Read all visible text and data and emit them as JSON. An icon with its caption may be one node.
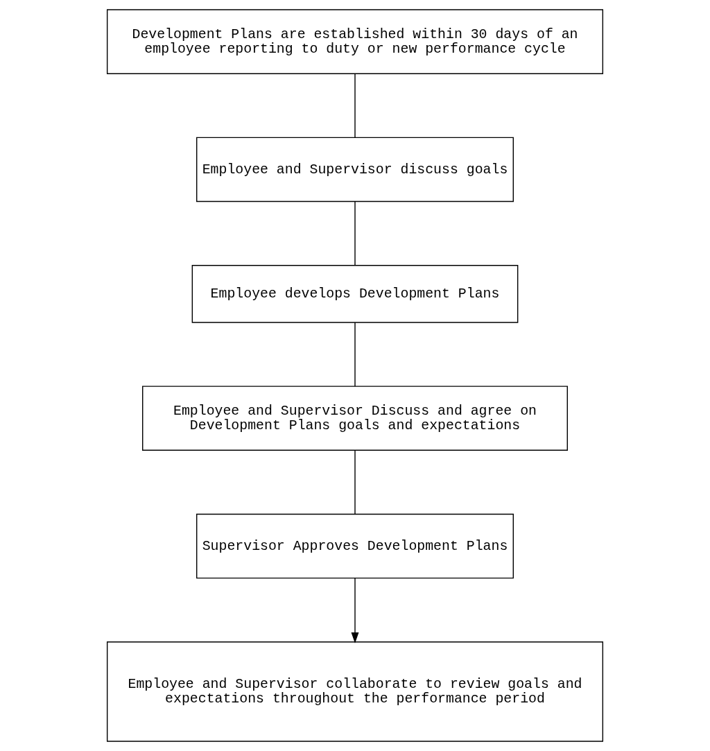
{
  "diagram": {
    "nodes": [
      {
        "text": [
          "Development Plans are established within 30 days of an employee reporting to duty or new performance cycle"
        ]
      },
      {
        "text": [
          "Employee and Supervisor discuss goals"
        ]
      },
      {
        "text": [
          "Employee develops Development Plans"
        ]
      },
      {
        "text": [
          "Employee and Supervisor Discuss and agree on Development Plans goals and expectations"
        ]
      },
      {
        "text": [
          "Supervisor Approves Development Plans"
        ]
      },
      {
        "text": [
          "Employee and Supervisor collaborate to review goals and expectations throughout the performance period"
        ]
      }
    ],
    "edges": [
      {
        "from": 0,
        "to": 1,
        "arrow": "none"
      },
      {
        "from": 1,
        "to": 2,
        "arrow": "none"
      },
      {
        "from": 2,
        "to": 3,
        "arrow": "none"
      },
      {
        "from": 3,
        "to": 4,
        "arrow": "none"
      },
      {
        "from": 4,
        "to": 5,
        "arrow": "to"
      }
    ]
  }
}
